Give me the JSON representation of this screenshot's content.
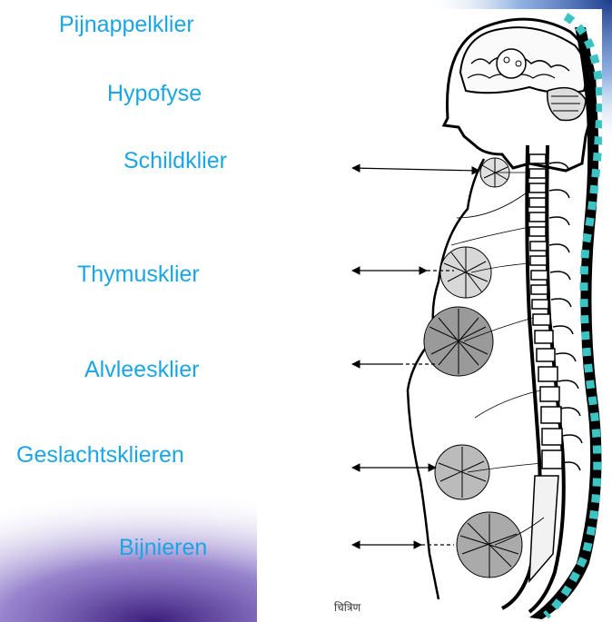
{
  "labels": {
    "pineal": "Pijnappelklier",
    "pituitary": "Hypofyse",
    "thyroid": "Schildklier",
    "thymus": "Thymusklier",
    "pancreas": "Alvleesklier",
    "gonads": "Geslachtsklieren",
    "adrenals": "Bijnieren"
  },
  "caption": "चित्रिण",
  "colors": {
    "label_text": "#1aa6e4",
    "dotted_spine": "#3cc4c4",
    "corner_purple": "#4b2a8f"
  },
  "icons": [
    "pineal-ring-icon",
    "pituitary-ring-icon",
    "thyroid-gland-icon",
    "thymus-gland-icon",
    "pancreas-gland-icon",
    "gonads-gland-icon",
    "adrenals-gland-icon"
  ]
}
